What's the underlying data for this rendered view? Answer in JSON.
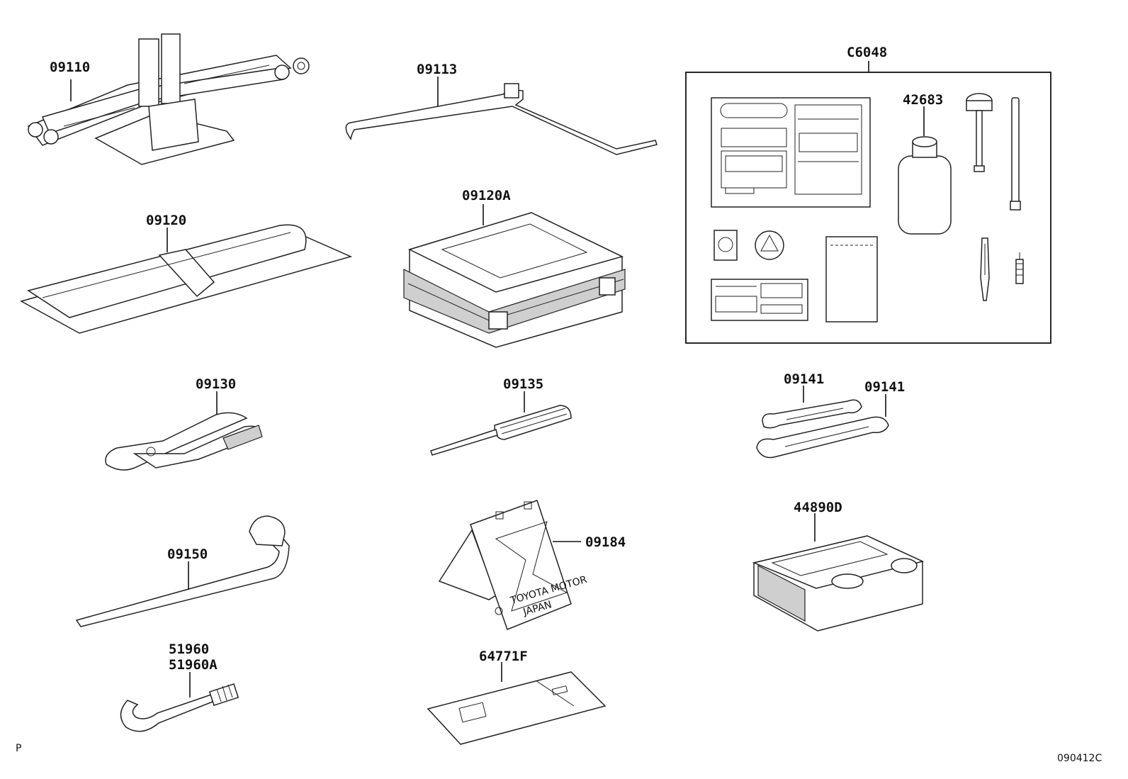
{
  "labels": {
    "p09110": "09110",
    "p09113": "09113",
    "pC6048": "C6048",
    "p42683": "42683",
    "p09120": "09120",
    "p09120A": "09120A",
    "p09130": "09130",
    "p09135": "09135",
    "p09141a": "09141",
    "p09141b": "09141",
    "p44890D": "44890D",
    "p09150": "09150",
    "p09184": "09184",
    "p51960": "51960",
    "p51960A": "51960A",
    "p64771F": "64771F"
  },
  "plate_text": {
    "line1": "TOYOTA MOTOR",
    "line2": "JAPAN"
  },
  "corner_left": "P",
  "corner_right": "090412C"
}
